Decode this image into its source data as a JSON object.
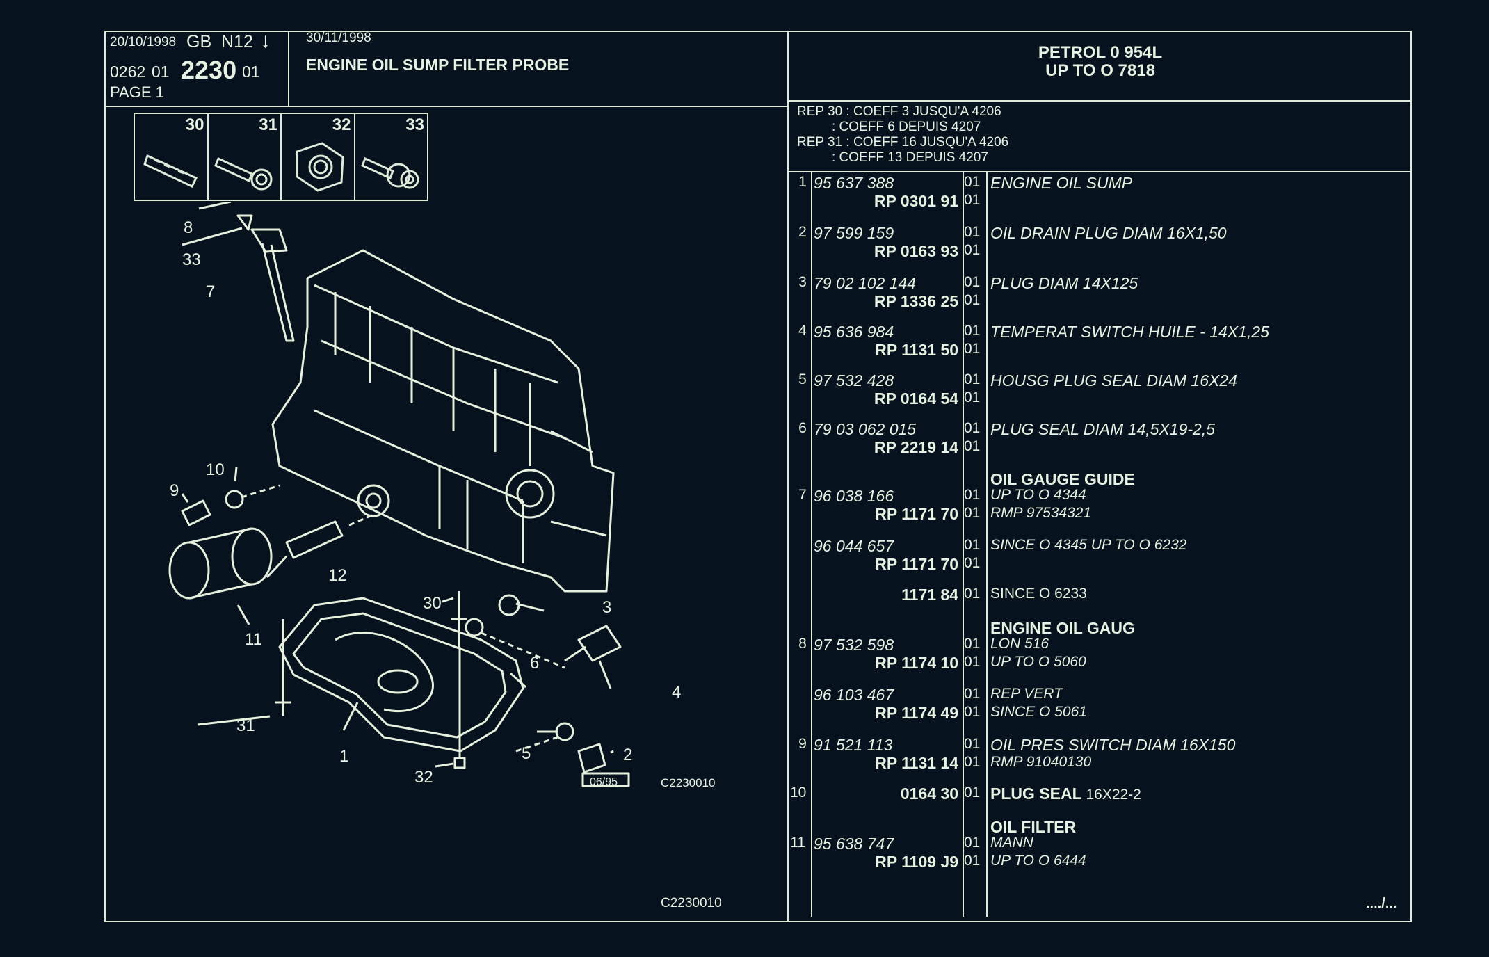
{
  "header": {
    "date1": "20/10/1998",
    "lang": "GB",
    "code": "N12",
    "code_arrow": "↓",
    "date2": "30/11/1998",
    "ref_a": "0262",
    "ref_b": "01",
    "ref_main": "2230",
    "ref_c": "01",
    "page": "PAGE 1",
    "title": "ENGINE OIL SUMP FILTER PROBE",
    "model_line1": "PETROL 0 954L",
    "model_line2": "UP TO O  7818"
  },
  "notes": [
    "REP 30 : COEFF 3  JUSQU'A  4206",
    ": COEFF 6  DEPUIS   4207",
    "REP 31 : COEFF 16 JUSQU'A  4206",
    ": COEFF 13 DEPUIS   4207"
  ],
  "thumbnails": [
    "30",
    "31",
    "32",
    "33"
  ],
  "diagram": {
    "callouts": [
      "8",
      "33",
      "7",
      "10",
      "9",
      "12",
      "11",
      "30",
      "3",
      "6",
      "4",
      "31",
      "1",
      "5",
      "2",
      "32"
    ],
    "stamp": "06/95",
    "code_mid": "C2230010",
    "code_bottom": "C2230010"
  },
  "parts": [
    {
      "idx": "1",
      "ref": "95 637 388",
      "rp": "RP  0301 91",
      "q1": "01",
      "q2": "01",
      "d1": "ENGINE OIL SUMP",
      "d2": ""
    },
    {
      "idx": "2",
      "ref": "97 599 159",
      "rp": "RP  0163 93",
      "q1": "01",
      "q2": "01",
      "d1": "OIL DRAIN PLUG DIAM 16X1,50",
      "d2": ""
    },
    {
      "idx": "3",
      "ref": "79 02 102 144",
      "rp": "RP  1336 25",
      "q1": "01",
      "q2": "01",
      "d1": "PLUG DIAM 14X125",
      "d2": ""
    },
    {
      "idx": "4",
      "ref": "95 636 984",
      "rp": "RP  1131 50",
      "q1": "01",
      "q2": "01",
      "d1": "TEMPERAT SWITCH HUILE - 14X1,25",
      "d2": ""
    },
    {
      "idx": "5",
      "ref": "97 532 428",
      "rp": "RP  0164 54",
      "q1": "01",
      "q2": "01",
      "d1": "HOUSG PLUG SEAL DIAM 16X24",
      "d2": ""
    },
    {
      "idx": "6",
      "ref": "79 03 062 015",
      "rp": "RP  2219 14",
      "q1": "01",
      "q2": "01",
      "d1": "PLUG SEAL DIAM 14,5X19-2,5",
      "d2": ""
    }
  ],
  "part7": {
    "heading": "OIL GAUGE GUIDE",
    "idx": "7",
    "ref": "96 038 166",
    "rp": "RP  1171 70",
    "q1": "01",
    "q2": "01",
    "d1": "UP  TO  O  4344",
    "d2": "RMP  97534321"
  },
  "part7b": {
    "ref": "96 044 657",
    "rp": "RP  1171 70",
    "q1": "01",
    "q2": "01",
    "d1": "SINCE  O  4345 UP  TO  O  6232"
  },
  "part7c": {
    "rp": "1171 84",
    "q1": "01",
    "d1": "SINCE  O  6233"
  },
  "part8": {
    "heading": "ENGINE OIL GAUG",
    "idx": "8",
    "ref": "97 532 598",
    "rp": "RP  1174 10",
    "q1": "01",
    "q2": "01",
    "d1": "LON 516",
    "d2": "UP  TO  O  5060"
  },
  "part8b": {
    "ref": "96 103 467",
    "rp": "RP  1174 49",
    "q1": "01",
    "q2": "01",
    "d1": "REP VERT",
    "d2": "SINCE  O  5061"
  },
  "part9": {
    "idx": "9",
    "ref": "91 521 113",
    "rp": "RP  1131 14",
    "q1": "01",
    "q2": "01",
    "d1": "OIL PRES SWITCH DIAM 16X150",
    "d2": "RMP  91040130"
  },
  "part10": {
    "idx": "10",
    "rp": "0164 30",
    "q1": "01",
    "d1a": "PLUG SEAL",
    "d1b": " 16X22-2"
  },
  "part11": {
    "heading": "OIL FILTER",
    "idx": "11",
    "ref": "95 638 747",
    "rp": "RP  1109 J9",
    "q1": "01",
    "q2": "01",
    "d1": "MANN",
    "d2": "UP  TO  O  6444"
  },
  "continuation": "..../..."
}
